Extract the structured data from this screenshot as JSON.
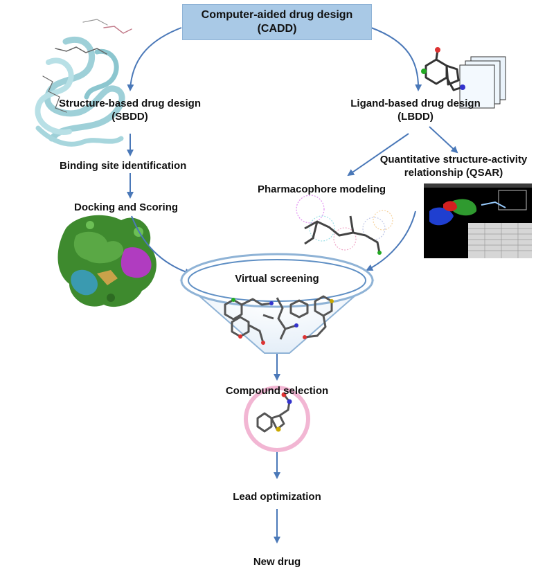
{
  "top": {
    "title_line1": "Computer-aided drug design",
    "title_line2": "(CADD)"
  },
  "sbdd": {
    "line1": "Structure-based drug design",
    "line2": "(SBDD)",
    "step1": "Binding site identification",
    "step2": "Docking and Scoring"
  },
  "lbdd": {
    "line1": "Ligand-based drug design",
    "line2": "(LBDD)",
    "pharmacophore": "Pharmacophore modeling",
    "qsar_line1": "Quantitative structure-activity",
    "qsar_line2": "relationship (QSAR)"
  },
  "funnel": {
    "label": "Virtual screening"
  },
  "pipeline": {
    "selection": "Compound selection",
    "optimization": "Lead optimization",
    "final": "New drug"
  },
  "colors": {
    "arrow": "#4a78b8",
    "box": "#a9c9e6",
    "ring": "#f2b6d3",
    "protein_green": "#3e8a2e",
    "protein_magenta": "#b03cc0"
  },
  "icons": [
    "protein-ribbon-icon",
    "molecule-documents-icon",
    "protein-surface-icon",
    "pharmacophore-model-icon",
    "qsar-contour-screen-icon",
    "compound-mixture-icon",
    "selected-compound-icon"
  ]
}
